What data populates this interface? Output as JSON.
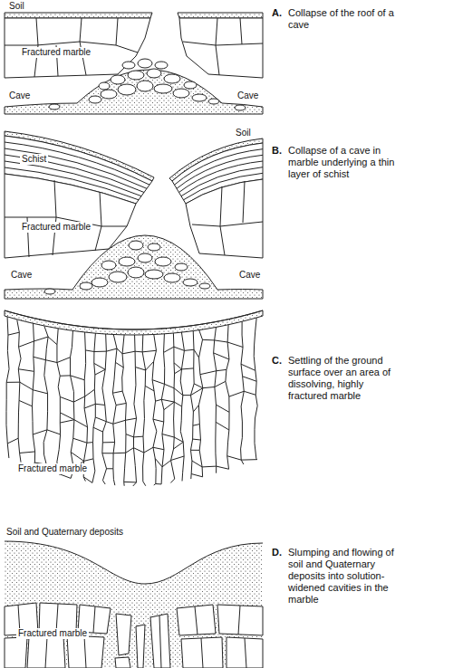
{
  "diagram": {
    "labels": [
      "Soil",
      "Fractured marble",
      "Cave",
      "Cave",
      "A.",
      "Collapse of the roof of a cave",
      "Soil",
      "Schist",
      "Fractured marble",
      "Cave",
      "Cave",
      "B.",
      "Collapse of a cave in marble underlying a thin layer of schist",
      "Fractured marble",
      "C.",
      "Settling of the ground surface over an area of dissolving, highly fractured marble",
      "Soil and Quaternary deposits",
      "Fractured marble",
      "D.",
      "Slumping and flowing of soil and Quaternary deposits into solution-widened cavities in the marble"
    ]
  }
}
